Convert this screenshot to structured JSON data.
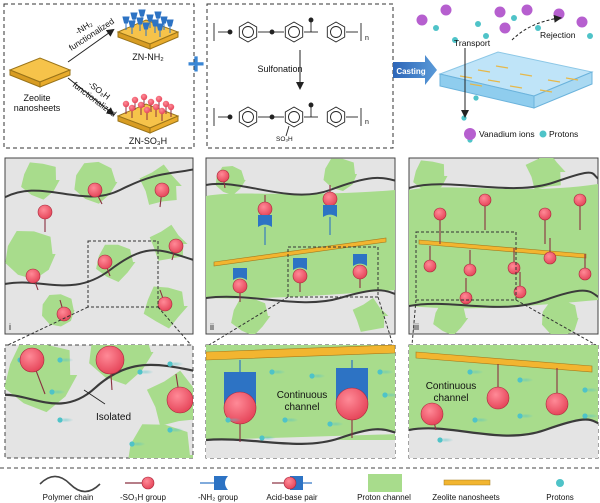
{
  "top": {
    "zeolite_label_line1": "Zeolite",
    "zeolite_label_line2": "nanosheets",
    "nh2_arrow_label_line1": "-NH₂",
    "nh2_arrow_label_line2": "functionalized",
    "so3h_arrow_label_line1": "-SO₃H",
    "so3h_arrow_label_line2": "functionalized",
    "zn_nh2_label": "ZN-NH₂",
    "zn_so3h_label": "ZN-SO₃H",
    "plus": "+",
    "sulfonation_label": "Sulfonation",
    "repeat_n": "n",
    "so3h_sub": "SO₃H",
    "casting_label": "Casting",
    "transport_label": "Transport",
    "rejection_label": "Rejection",
    "vanadium_legend": "Vanadium ions",
    "protons_legend": "Protons"
  },
  "panels": {
    "i": "i",
    "ii": "ii",
    "iii": "iii",
    "isolated": "Isolated",
    "continuous_ii_line1": "Continuous",
    "continuous_ii_line2": "channel",
    "continuous_iii_line1": "Continuous",
    "continuous_iii_line2": "channel"
  },
  "legend": {
    "polymer_chain": "Polymer chain",
    "so3h_group": "-SO₃H group",
    "nh2_group": "-NH₂ group",
    "acid_base_pair": "Acid-base pair",
    "proton_channel": "Proton channel",
    "zeolite_nanosheets": "Zeolite nanosheets",
    "protons": "Protons"
  },
  "colors": {
    "green": "#a8dc8c",
    "red": "#ee5c6e",
    "blue": "#2d73c4",
    "orange": "#f2b530",
    "cyan": "#4fc3c8",
    "purple": "#b65fcf",
    "gray": "#e4e4e4"
  }
}
